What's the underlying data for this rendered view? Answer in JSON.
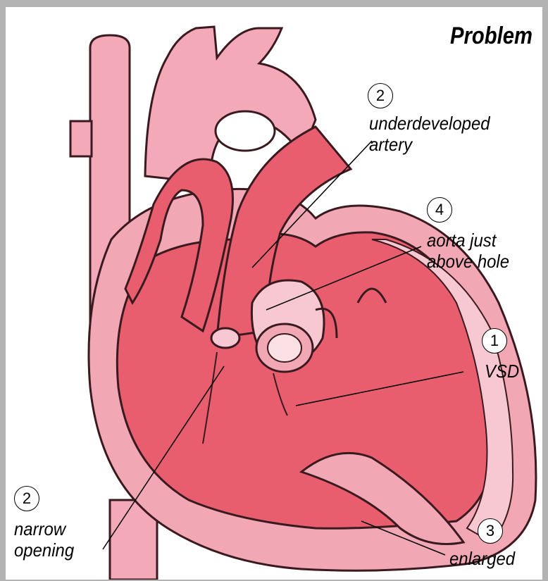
{
  "title": "Problem",
  "annotations": [
    {
      "id": "underdeveloped-artery",
      "number": "2",
      "lines": [
        "underdeveloped",
        "artery"
      ]
    },
    {
      "id": "aorta-above-hole",
      "number": "4",
      "lines": [
        "aorta just",
        "above hole"
      ]
    },
    {
      "id": "vsd",
      "number": "1",
      "lines": [
        "VSD"
      ]
    },
    {
      "id": "narrow-opening",
      "number": "2",
      "lines": [
        "narrow",
        "opening"
      ]
    },
    {
      "id": "enlarged",
      "number": "3",
      "lines": [
        "enlarged"
      ]
    }
  ],
  "colors": {
    "chamber": "#e85e6e",
    "wall": "#f2a7b5",
    "wall_light": "#f8c8d2",
    "vessel": "#f4a9b9",
    "outline": "#3a1a1f",
    "background": "#b3b3b3"
  }
}
